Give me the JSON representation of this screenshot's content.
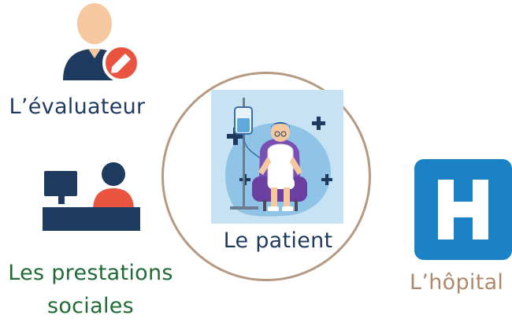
{
  "nodes": {
    "evaluator": {
      "label": "L’évaluateur",
      "icon": "person-edit-icon"
    },
    "social_services": {
      "label_line1": "Les prestations",
      "label_line2": "sociales",
      "icon": "reception-desk-icon"
    },
    "patient": {
      "label": "Le patient",
      "icon": "patient-in-chair-illustration"
    },
    "hospital": {
      "label": "L’hôpital",
      "icon": "hospital-h-icon"
    }
  },
  "colors": {
    "navy": "#1e3a5f",
    "green": "#1f6b35",
    "tan": "#b0876a",
    "accent_red": "#e8543f",
    "hospital_blue": "#1b82c5",
    "circle_border": "#b49a82"
  }
}
